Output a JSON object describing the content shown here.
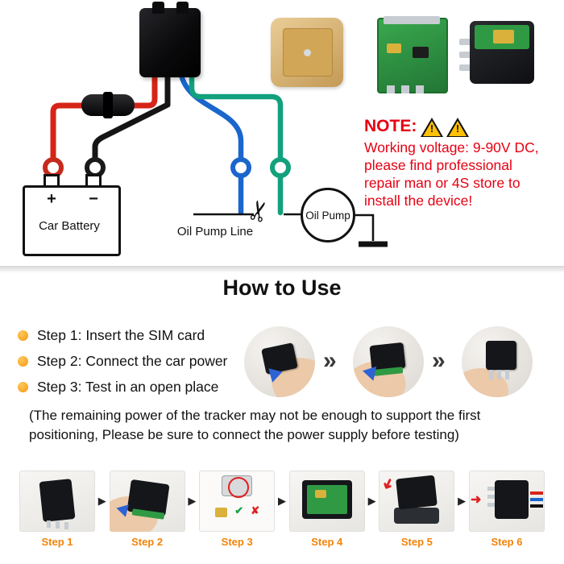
{
  "icons": {
    "scissors": "✂",
    "double_arrow": "»",
    "small_arrow": "▶",
    "check": "✔",
    "cross": "✘",
    "red_arrow": "➜",
    "warning_mark": "!"
  },
  "wiring": {
    "battery_label": "Car Battery",
    "battery_plus": "+",
    "battery_minus": "−",
    "oil_pump_line_label": "Oil Pump Line",
    "oil_pump_label": "Oil Pump",
    "note_title": "NOTE:",
    "note_lines": [
      "Working voltage: 9-90V DC,",
      "please find professional",
      "repair man or 4S store to",
      "install the device!"
    ]
  },
  "how_to_use": {
    "title": "How to Use",
    "steps": [
      "Step 1: Insert the SIM card",
      "Step 2: Connect the car power",
      "Step 3: Test in an open place"
    ],
    "note_lines": [
      "(The remaining power of the tracker may not be enough to support the first",
      "positioning, Please be sure to connect the power supply before testing)"
    ]
  },
  "install_steps": {
    "labels": [
      "Step 1",
      "Step 2",
      "Step 3",
      "Step 4",
      "Step 5",
      "Step 6"
    ]
  }
}
